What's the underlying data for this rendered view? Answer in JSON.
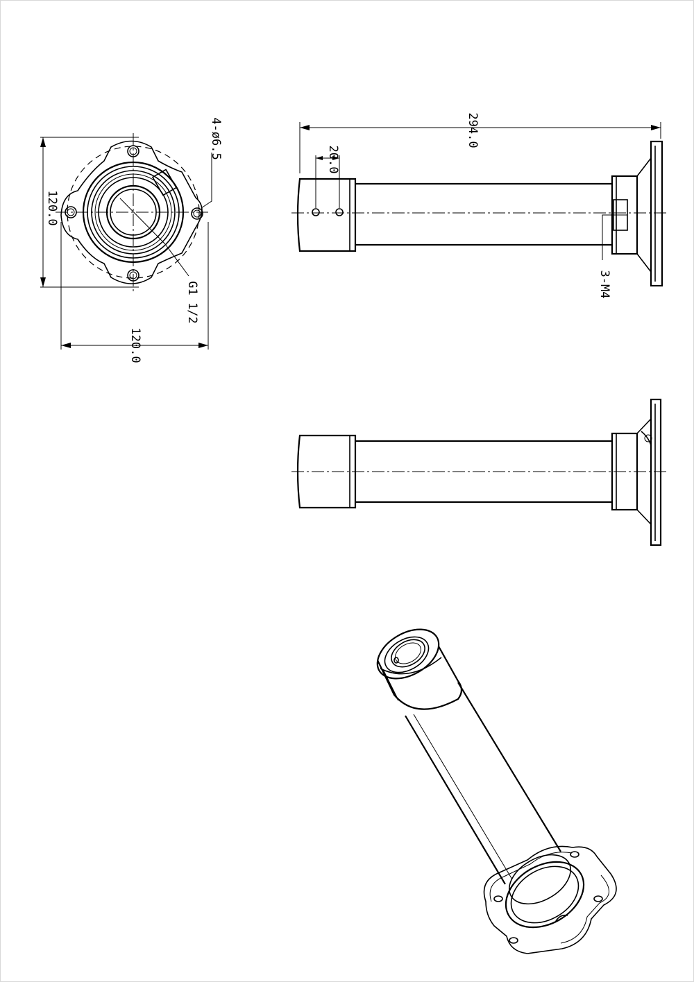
{
  "drawing": {
    "dimensions": {
      "overall_length": "294.0",
      "hole_spacing": "20.0",
      "flange_height": "120.0",
      "flange_width": "120.0"
    },
    "callouts": {
      "mount_holes": "4-ø6.5",
      "thread": "G1 1/2",
      "set_screws": "3-M4"
    }
  }
}
